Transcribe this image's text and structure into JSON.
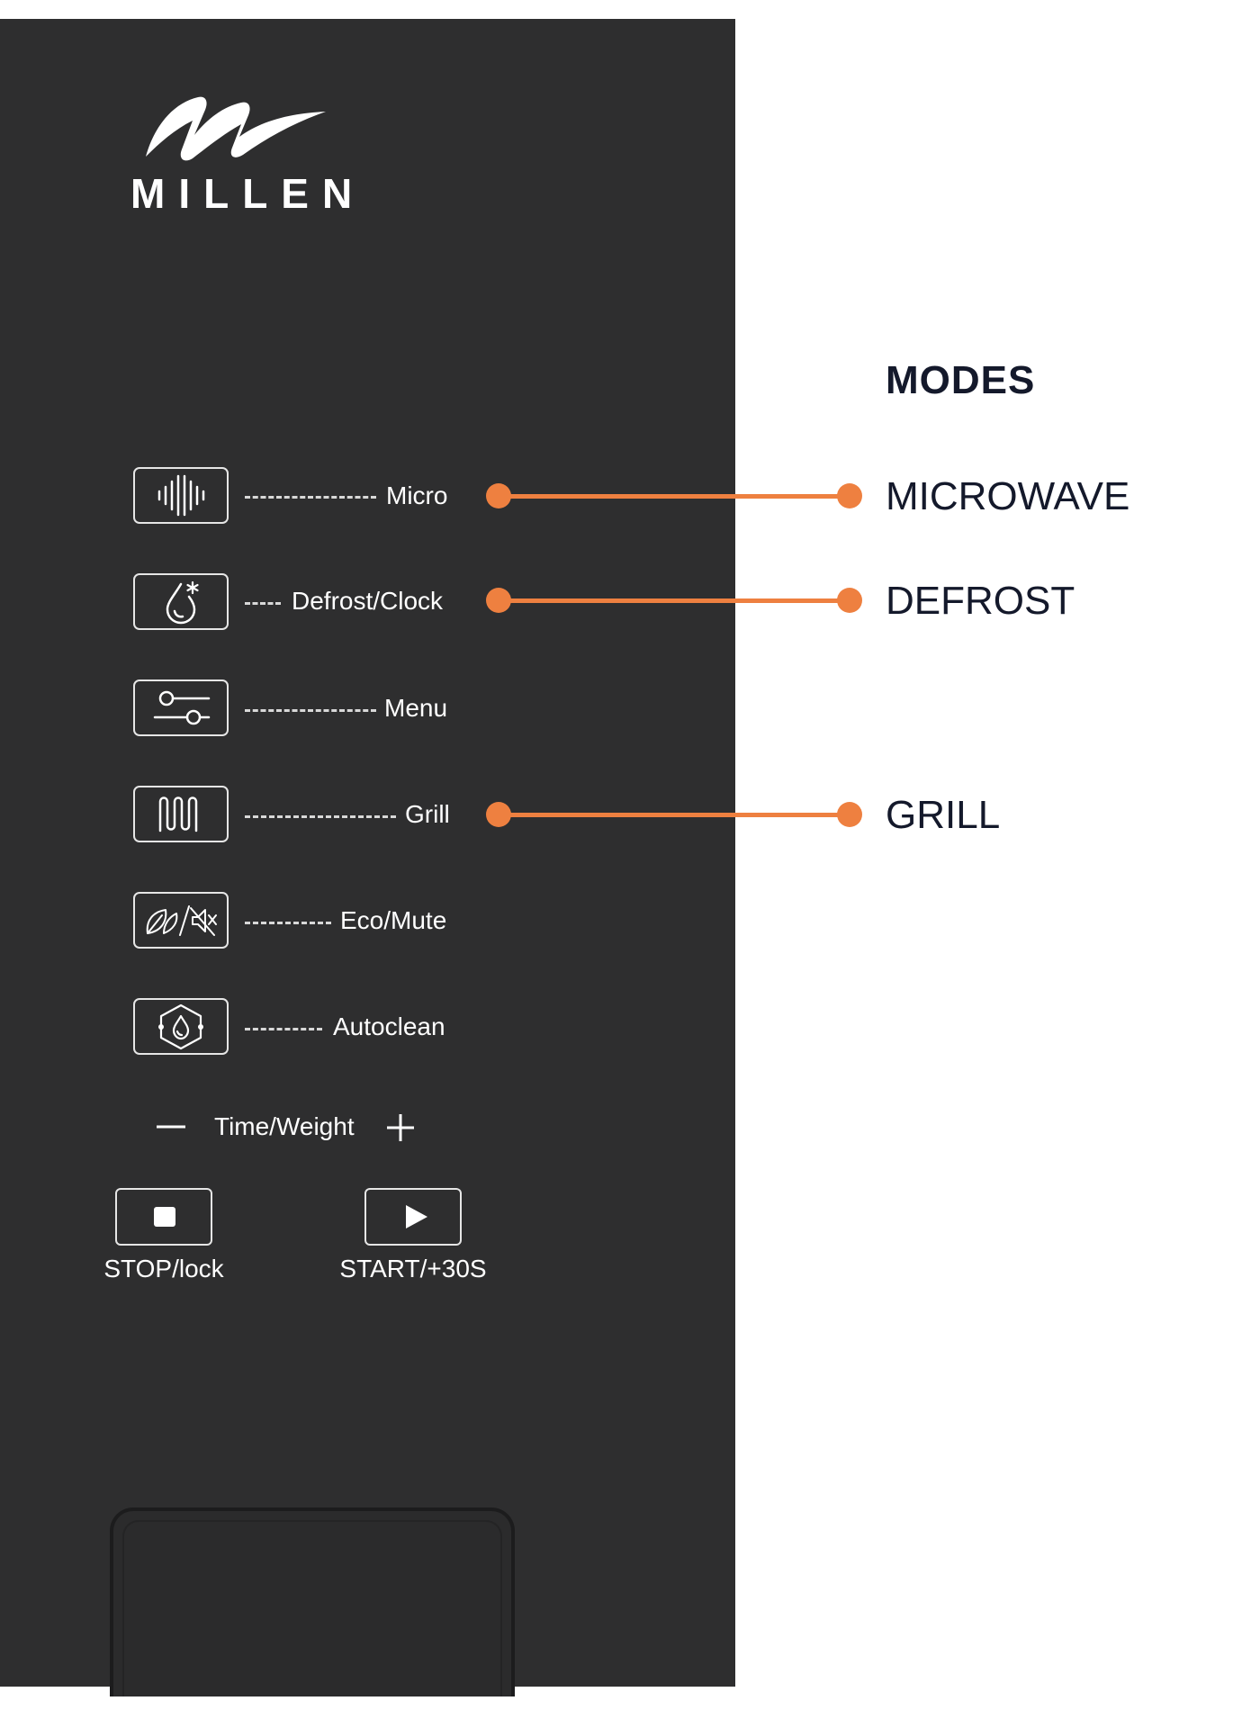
{
  "brand": {
    "name": "MILLEN",
    "logo_icon": "millen-wave-logo-icon"
  },
  "colors": {
    "panel": "#2e2e2f",
    "accent": "#ee8040",
    "text_dark": "#14192b"
  },
  "buttons": [
    {
      "label": "Micro",
      "icon": "microwave-waves-icon"
    },
    {
      "label": "Defrost/Clock",
      "icon": "defrost-drop-icon"
    },
    {
      "label": "Menu",
      "icon": "menu-sliders-icon"
    },
    {
      "label": "Grill",
      "icon": "grill-coil-icon"
    },
    {
      "label": "Eco/Mute",
      "icon": "eco-mute-icon"
    },
    {
      "label": "Autoclean",
      "icon": "autoclean-icon"
    }
  ],
  "time_weight": {
    "label": "Time/Weight",
    "minus_icon": "minus-icon",
    "plus_icon": "plus-icon"
  },
  "stop": {
    "label": "STOP/lock",
    "icon": "stop-square-icon"
  },
  "start": {
    "label": "START/+30S",
    "icon": "play-triangle-icon"
  },
  "modes": {
    "title": "MODES",
    "items": [
      "MICROWAVE",
      "DEFROST",
      "GRILL"
    ]
  }
}
